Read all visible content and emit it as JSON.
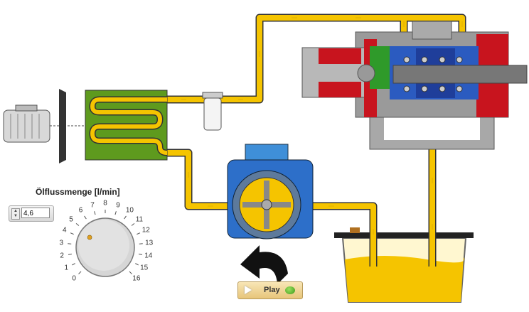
{
  "control": {
    "title": "Ölflussmenge [l/min]",
    "value": "4,6",
    "min": 0,
    "max": 16,
    "dial_value": 4.6,
    "tick_labels": [
      "0",
      "1",
      "2",
      "3",
      "4",
      "5",
      "6",
      "7",
      "8",
      "9",
      "10",
      "11",
      "12",
      "13",
      "14",
      "15",
      "16"
    ]
  },
  "play_button": {
    "label": "Play",
    "icon": "play-icon",
    "status_led": "green"
  },
  "colors": {
    "oil": "#f5c400",
    "pump_blue": "#2d6fc9",
    "heat_exchanger": "#5e9a1e",
    "cylinder_red": "#c8141e",
    "led": "#4caf1f"
  }
}
